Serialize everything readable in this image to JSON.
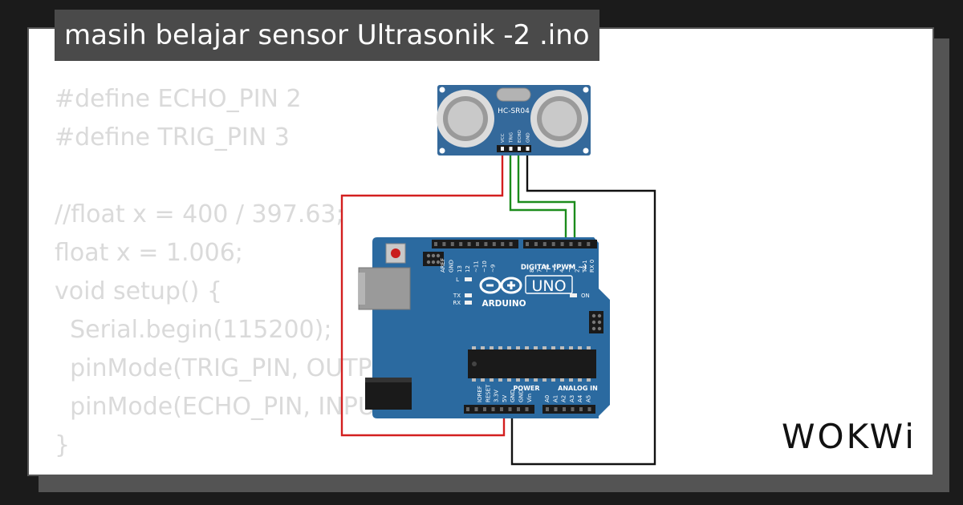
{
  "title": "masih belajar sensor Ultrasonik -2 .ino",
  "code_lines": [
    "#define ECHO_PIN 2",
    "#define TRIG_PIN 3",
    "",
    "//float x = 400 / 397.63;",
    "float x = 1.006;",
    "void setup() {",
    "  Serial.begin(115200);",
    "  pinMode(TRIG_PIN, OUTPUT);",
    "  pinMode(ECHO_PIN, INPUT);",
    "}"
  ],
  "sensor": {
    "model": "HC-SR04",
    "pins": [
      "VCC",
      "TRIG",
      "ECHO",
      "GND"
    ]
  },
  "board": {
    "name": "UNO",
    "brand": "ARDUINO",
    "digital_label": "DIGITAL (PWM ~)",
    "digital_pins": [
      "AREF",
      "GND",
      "13",
      "12",
      "~11",
      "~10",
      "~9",
      "8",
      "7",
      "~6",
      "~5",
      "4",
      "~3",
      "2",
      "TX 1",
      "RX 0"
    ],
    "power_label": "POWER",
    "power_pins": [
      "IOREF",
      "RESET",
      "3.3V",
      "5V",
      "GND",
      "GND",
      "Vin"
    ],
    "analog_label": "ANALOG IN",
    "analog_pins": [
      "A0",
      "A1",
      "A2",
      "A3",
      "A4",
      "A5"
    ],
    "led_labels": [
      "L",
      "TX",
      "RX",
      "ON"
    ]
  },
  "logo": "WOKWi",
  "colors": {
    "board": "#2b6aa0",
    "sensor": "#34699b",
    "wire_red": "#d31f1f",
    "wire_green": "#1c8c1c",
    "wire_black": "#111111"
  }
}
